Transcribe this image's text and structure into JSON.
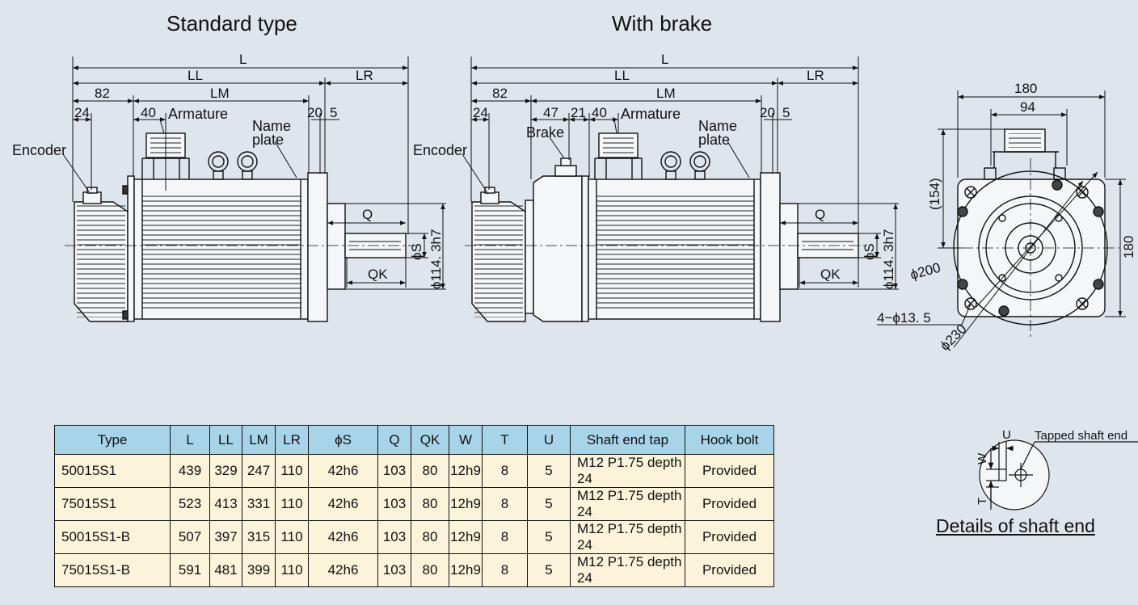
{
  "titles": {
    "standard": "Standard type",
    "brake": "With brake"
  },
  "labels": {
    "encoder": "Encoder",
    "armature": "Armature",
    "name_plate_1": "Name",
    "name_plate_2": "plate",
    "brake": "Brake"
  },
  "dims_standard": {
    "L": "L",
    "LL": "LL",
    "LR": "LR",
    "82": "82",
    "LM": "LM",
    "24": "24",
    "40": "40",
    "20": "20",
    "5": "5",
    "Q": "Q",
    "QK": "QK",
    "S": "ϕS",
    "D114": "ϕ114. 3h7"
  },
  "dims_brake": {
    "L": "L",
    "LL": "LL",
    "LR": "LR",
    "82": "82",
    "LM": "LM",
    "24": "24",
    "47": "47",
    "21": "21",
    "40": "40",
    "20": "20",
    "5": "5",
    "Q": "Q",
    "QK": "QK",
    "S": "ϕS",
    "D114": "ϕ114. 3h7"
  },
  "dims_front": {
    "180_top": "180",
    "94": "94",
    "154": "(154)",
    "180_side": "180",
    "d200": "ϕ200",
    "d230": "ϕ230",
    "holes": "4−ϕ13. 5"
  },
  "table": {
    "headers": [
      "Type",
      "L",
      "LL",
      "LM",
      "LR",
      "ϕS",
      "Q",
      "QK",
      "W",
      "T",
      "U",
      "Shaft end tap",
      "Hook bolt"
    ],
    "rows": [
      [
        "50015S1",
        "439",
        "329",
        "247",
        "110",
        "42h6",
        "103",
        "80",
        "12h9",
        "8",
        "5",
        "M12 P1.75 depth 24",
        "Provided"
      ],
      [
        "75015S1",
        "523",
        "413",
        "331",
        "110",
        "42h6",
        "103",
        "80",
        "12h9",
        "8",
        "5",
        "M12 P1.75 depth 24",
        "Provided"
      ],
      [
        "50015S1-B",
        "507",
        "397",
        "315",
        "110",
        "42h6",
        "103",
        "80",
        "12h9",
        "8",
        "5",
        "M12 P1.75 depth 24",
        "Provided"
      ],
      [
        "75015S1-B",
        "591",
        "481",
        "399",
        "110",
        "42h6",
        "103",
        "80",
        "12h9",
        "8",
        "5",
        "M12 P1.75 depth 24",
        "Provided"
      ]
    ]
  },
  "detail": {
    "U": "U",
    "W": "W",
    "T": "T",
    "tapped": "Tapped shaft end",
    "caption": "Details of shaft end"
  }
}
